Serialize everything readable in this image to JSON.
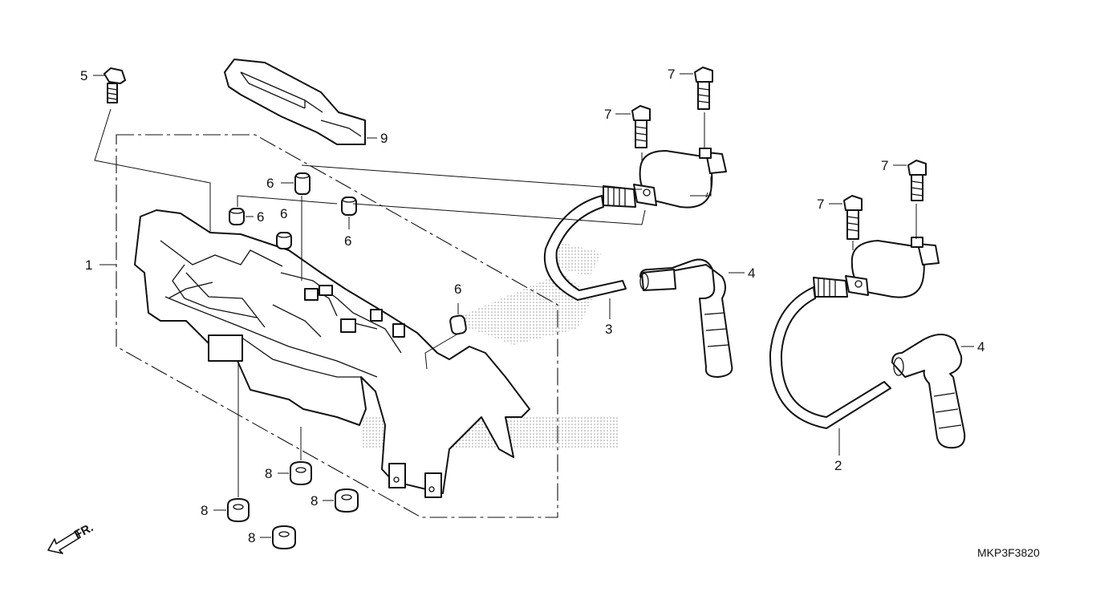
{
  "diagram": {
    "callouts": [
      {
        "id": "c5",
        "text": "5"
      },
      {
        "id": "c9",
        "text": "9"
      },
      {
        "id": "c1",
        "text": "1"
      },
      {
        "id": "c6a",
        "text": "6"
      },
      {
        "id": "c6b",
        "text": "6"
      },
      {
        "id": "c6c",
        "text": "6"
      },
      {
        "id": "c6d",
        "text": "6"
      },
      {
        "id": "c6e",
        "text": "6"
      },
      {
        "id": "c7a",
        "text": "7"
      },
      {
        "id": "c7b",
        "text": "7"
      },
      {
        "id": "c7c",
        "text": "7"
      },
      {
        "id": "c7d",
        "text": "7"
      },
      {
        "id": "c3",
        "text": "3"
      },
      {
        "id": "c4a",
        "text": "4"
      },
      {
        "id": "c4b",
        "text": "4"
      },
      {
        "id": "c2",
        "text": "2"
      },
      {
        "id": "c8a",
        "text": "8"
      },
      {
        "id": "c8b",
        "text": "8"
      },
      {
        "id": "c8c",
        "text": "8"
      },
      {
        "id": "c8d",
        "text": "8"
      }
    ],
    "front_indicator": "FR.",
    "diagram_code": "MKP3F3820"
  }
}
